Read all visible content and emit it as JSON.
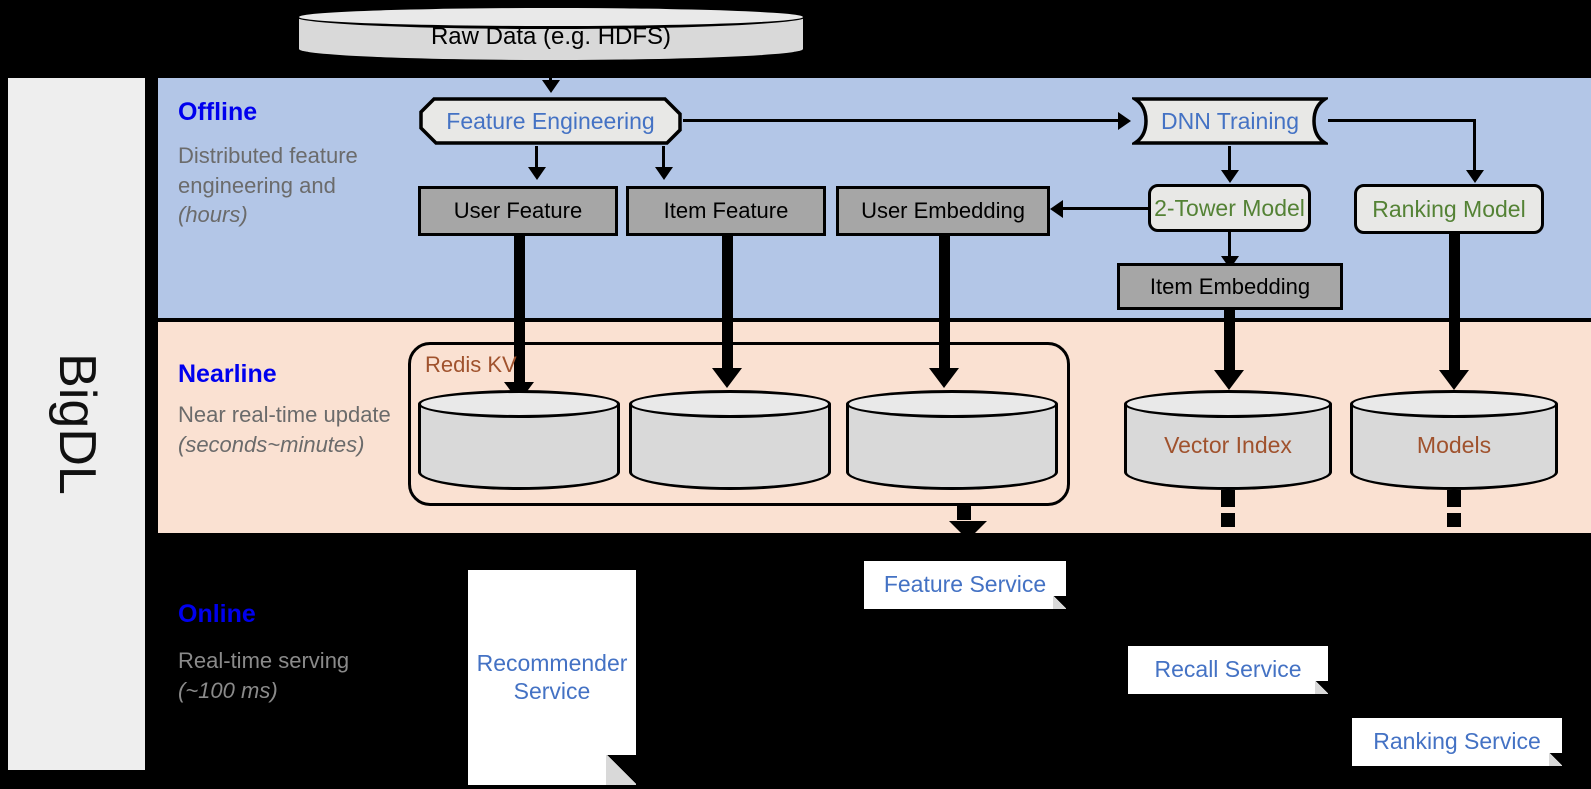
{
  "sidebar": {
    "label": "BigDL"
  },
  "bands": {
    "offline": {
      "title": "Offline",
      "description": "Distributed feature engineering and ",
      "description_em": "(hours)"
    },
    "nearline": {
      "title": "Nearline",
      "description": "Near real-time update ",
      "description_em": "(seconds~minutes)"
    },
    "online": {
      "title": "Online",
      "description": "Real-time serving ",
      "description_em": "(~100 ms)"
    }
  },
  "nodes": {
    "raw_data": "Raw Data (e.g. HDFS)",
    "feature_engineering": "Feature Engineering",
    "dnn_training": "DNN Training",
    "user_feature": "User Feature",
    "item_feature": "Item Feature",
    "user_embedding": "User Embedding",
    "two_tower_model": "2-Tower Model",
    "ranking_model": "Ranking Model",
    "item_embedding": "Item Embedding",
    "redis_kv": "Redis KV",
    "vector_index": "Vector Index",
    "models": "Models",
    "recommender_service": "Recommender Service",
    "feature_service": "Feature Service",
    "recall_service": "Recall Service",
    "ranking_service": "Ranking Service"
  },
  "colors": {
    "offline_band": "#b3c6e7",
    "nearline_band": "#fae1d2",
    "online_band": "#000000",
    "sidebar": "#eeeeee",
    "band_title": "#0000ee",
    "process_text": "#4472c4",
    "model_text": "#548235",
    "storage_text": "#a0522d",
    "data_box": "#a6a6a6",
    "cylinder": "#d9d9d9"
  }
}
